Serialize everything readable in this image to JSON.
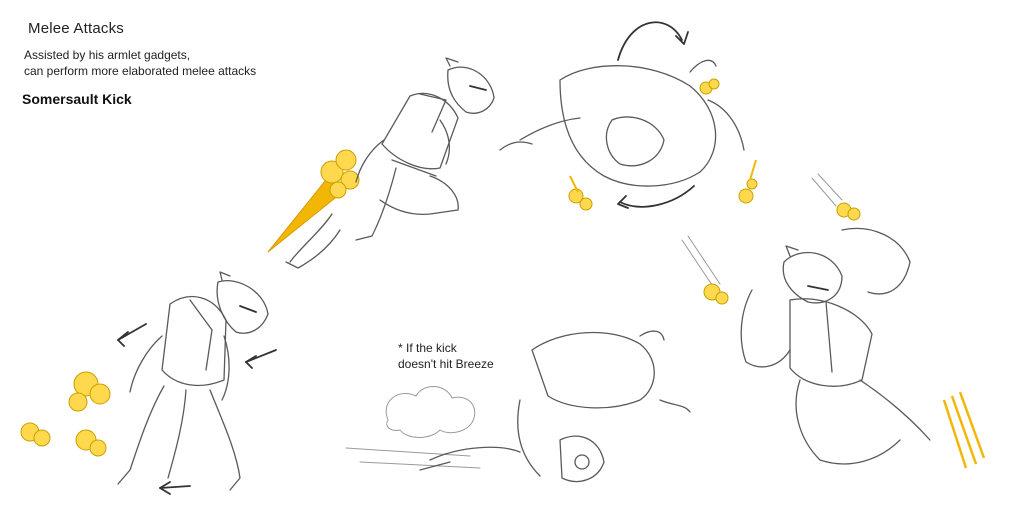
{
  "sheet": {
    "title": "Melee Attacks",
    "description_lines": [
      "Assisted by his armlet gadgets,",
      "can perform more elaborated melee attacks"
    ],
    "move_name": "Somersault Kick",
    "note_lines": [
      "* If the kick",
      "doesn't hit Breeze"
    ]
  },
  "colors": {
    "ink": "#5a5a5a",
    "flame": "#f2b705",
    "flame_light": "#ffd84d",
    "background": "#ffffff"
  },
  "poses": [
    {
      "name": "pose-leap-kick"
    },
    {
      "name": "pose-somersault"
    },
    {
      "name": "pose-recoil-stance"
    },
    {
      "name": "pose-miss-fall"
    },
    {
      "name": "pose-dive-strike"
    }
  ]
}
